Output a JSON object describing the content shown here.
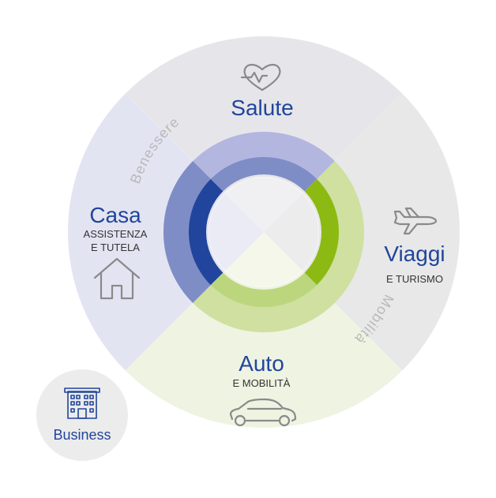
{
  "segments": {
    "salute": {
      "title": "Salute",
      "icon": "heart-pulse-icon"
    },
    "viaggi": {
      "title": "Viaggi",
      "subtitle": "E TURISMO",
      "icon": "airplane-icon"
    },
    "auto": {
      "title": "Auto",
      "subtitle": "E MOBILITÀ",
      "icon": "car-icon"
    },
    "casa": {
      "title": "Casa",
      "subtitle_line1": "ASSISTENZA",
      "subtitle_line2": "E TUTELA",
      "icon": "house-icon"
    }
  },
  "arc_labels": {
    "benessere": "Benessere",
    "mobilita": "Mobilità"
  },
  "business": {
    "label": "Business",
    "icon": "office-building-icon"
  },
  "colors": {
    "title_blue": "#21459c",
    "salute_bg": "#e6e6ea",
    "viaggi_bg": "#e8e8e8",
    "auto_bg": "#eef3e2",
    "casa_bg": "#e3e4f2",
    "ring_blue_light": "#b3b6df",
    "ring_blue_mid": "#7f8dc6",
    "ring_blue_dark": "#21459c",
    "ring_green_light": "#cfe0a0",
    "ring_green_mid": "#bcd67e",
    "ring_green_dark": "#8cba12",
    "business_bg": "#ececec"
  }
}
